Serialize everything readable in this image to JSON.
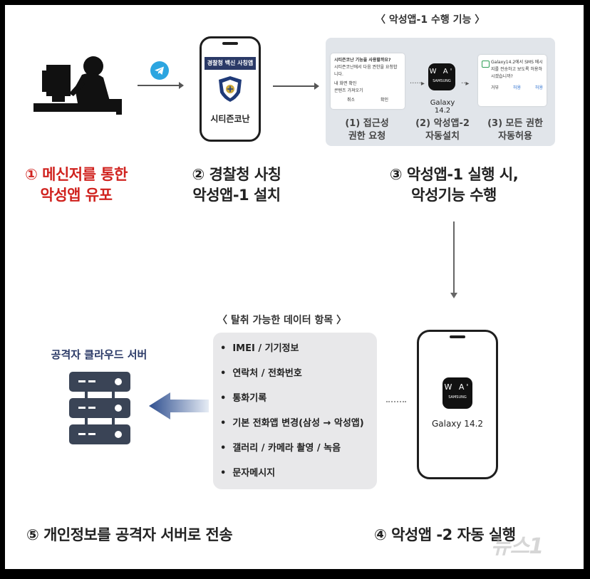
{
  "top_title": "〈  악성앱-1 수행 기능  〉",
  "steps": {
    "s1": {
      "line1": "① 메신저를 통한",
      "line2": "악성앱 유포"
    },
    "s2": {
      "line1": "② 경찰청 사칭",
      "line2": "악성앱-1 설치"
    },
    "s3": {
      "line1": "③   악성앱-1 실행 시,",
      "line2": "악성기능 수행"
    },
    "s4": {
      "line1": "④   악성앱 -2 자동 실행"
    },
    "s5": {
      "line1": "⑤ 개인정보를 공격자 서버로 전송"
    }
  },
  "fake_app": {
    "header": "경찰청 백신 사칭앱",
    "name": "시티즌코난"
  },
  "panel": {
    "card1": {
      "title": "시티즌코난 기능을 사용할까요?",
      "desc": "시티즌코난에서 다음 권한을 요청합니다.",
      "item1": "내 화면 확인",
      "item2": "콘텐츠 가져오기",
      "btn_cancel": "취소",
      "btn_ok": "확인"
    },
    "card2": {
      "logo": "W A'",
      "brand": "SAMSUNG",
      "label": "Galaxy 14.2"
    },
    "card3": {
      "text": "Galaxy14.2에서 SMS 메시지를 전송하고 보도록 허용하시겠습니까?",
      "btn_deny": "거부",
      "btn_allow": "허용",
      "btn_allow2": "허용"
    },
    "sub1": {
      "line1": "(1)  접근성",
      "line2": "권한 요청"
    },
    "sub2": {
      "line1": "(2) 악성앱-2",
      "line2": "자동설치"
    },
    "sub3": {
      "line1": "(3) 모든 권한",
      "line2": "자동허용"
    }
  },
  "data_title": "〈  탈취 가능한 데이터 항목  〉",
  "data_items": [
    "IMEI / 기기정보",
    "연락처 / 전화번호",
    "통화기록",
    "기본 전화앱 변경(삼성 → 악성앱)",
    "갤러리 / 카메라 촬영 / 녹음",
    "문자메시지"
  ],
  "server_label": "공격자 클라우드 서버",
  "phone2": {
    "logo": "W A'",
    "brand": "SAMSUNG",
    "label": "Galaxy 14.2"
  },
  "watermark": "뉴스1",
  "colors": {
    "red": "#d0231f",
    "navy": "#2b3a67",
    "telegram": "#2ca5e0",
    "server": "#3a4456",
    "arrow_blue": "#3d5f9e"
  }
}
